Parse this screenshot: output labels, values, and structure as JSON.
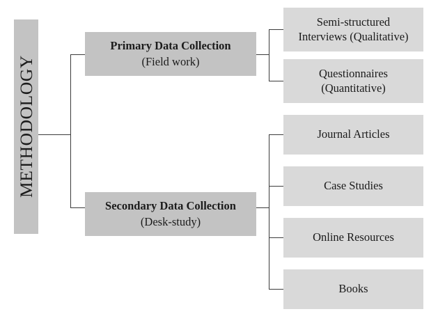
{
  "diagram": {
    "title": "Methodology",
    "type": "tree-diagram",
    "colors": {
      "root_fill": "#c3c3c3",
      "branch_fill": "#c3c3c3",
      "leaf_fill": "#d9d9d9",
      "connector": "#3a3a3a",
      "text": "#1b1b1b",
      "background": "#ffffff"
    },
    "root": {
      "label": "METHODOLOGY",
      "orientation": "vertical"
    },
    "branches": [
      {
        "id": "primary",
        "title": "Primary Data Collection",
        "subtitle": "(Field work)",
        "children": [
          {
            "id": "semi-structured-interviews",
            "line1": "Semi-structured",
            "line2": "Interviews (Qualitative)"
          },
          {
            "id": "questionnaires",
            "line1": "Questionnaires",
            "line2": "(Quantitative)"
          }
        ]
      },
      {
        "id": "secondary",
        "title": "Secondary Data Collection",
        "subtitle": "(Desk-study)",
        "children": [
          {
            "id": "journal-articles",
            "line1": "Journal Articles",
            "line2": ""
          },
          {
            "id": "case-studies",
            "line1": "Case Studies",
            "line2": ""
          },
          {
            "id": "online-resources",
            "line1": "Online Resources",
            "line2": ""
          },
          {
            "id": "books",
            "line1": "Books",
            "line2": ""
          }
        ]
      }
    ]
  }
}
